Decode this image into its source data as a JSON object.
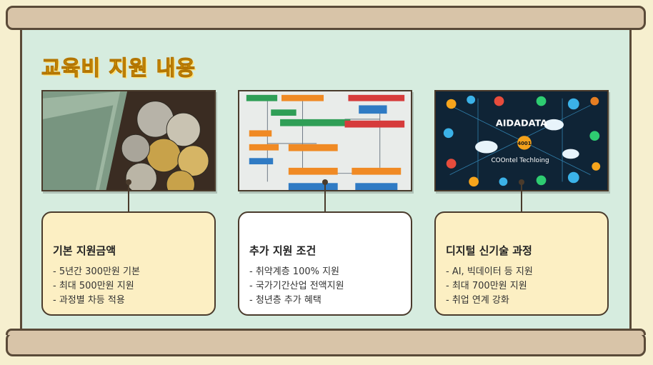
{
  "title": "교육비 지원 내용",
  "photos": [
    {
      "icon": "money-coins-photo"
    },
    {
      "icon": "flowchart-photo"
    },
    {
      "icon": "tech-network-photo",
      "headline": "AIDADATA",
      "badge": "4001",
      "caption": "COOntel Techloing"
    }
  ],
  "cards": [
    {
      "heading": "기본 지원금액",
      "items": [
        "- 5년간 300만원 기본",
        "- 최대 500만원 지원",
        "- 과정별 차등 적용"
      ]
    },
    {
      "heading": "추가 지원 조건",
      "items": [
        "- 취약계층 100% 지원",
        "- 국가기간산업 전액지원",
        "- 청년층 추가 혜택"
      ]
    },
    {
      "heading": "디지털 신기술 과정",
      "items": [
        "- AI, 빅데이터 등 지원",
        "- 최대 700만원 지원",
        "- 취업 연계 강화"
      ]
    }
  ],
  "colors": {
    "board": "#d6ecdf",
    "frame": "#5a4a38",
    "title": "#f4b400",
    "card_yellow": "#fcefc3",
    "card_white": "#ffffff"
  }
}
